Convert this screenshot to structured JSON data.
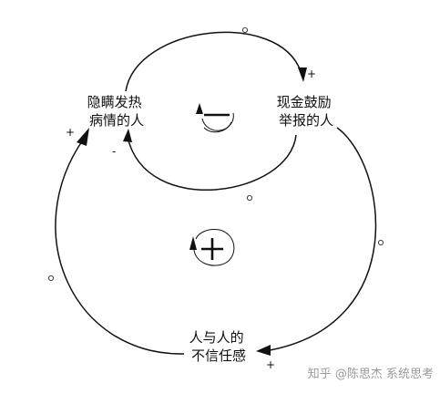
{
  "nodes": {
    "concealing_illness": [
      "隐瞒发热",
      "病情的人"
    ],
    "reward_reporting": [
      "现金鼓励",
      "举报的人"
    ],
    "distrust": [
      "人与人的",
      "不信任感"
    ]
  },
  "link_signs": {
    "concealing_to_reward": "+",
    "reward_to_concealing": "-",
    "reward_to_distrust": "+",
    "distrust_to_concealing": "+"
  },
  "loops": {
    "inner": {
      "polarity": "balancing",
      "symbol": "minus"
    },
    "outer": {
      "polarity": "reinforcing",
      "symbol": "plus"
    }
  },
  "watermark": "知乎 @陈思杰 系统思考"
}
